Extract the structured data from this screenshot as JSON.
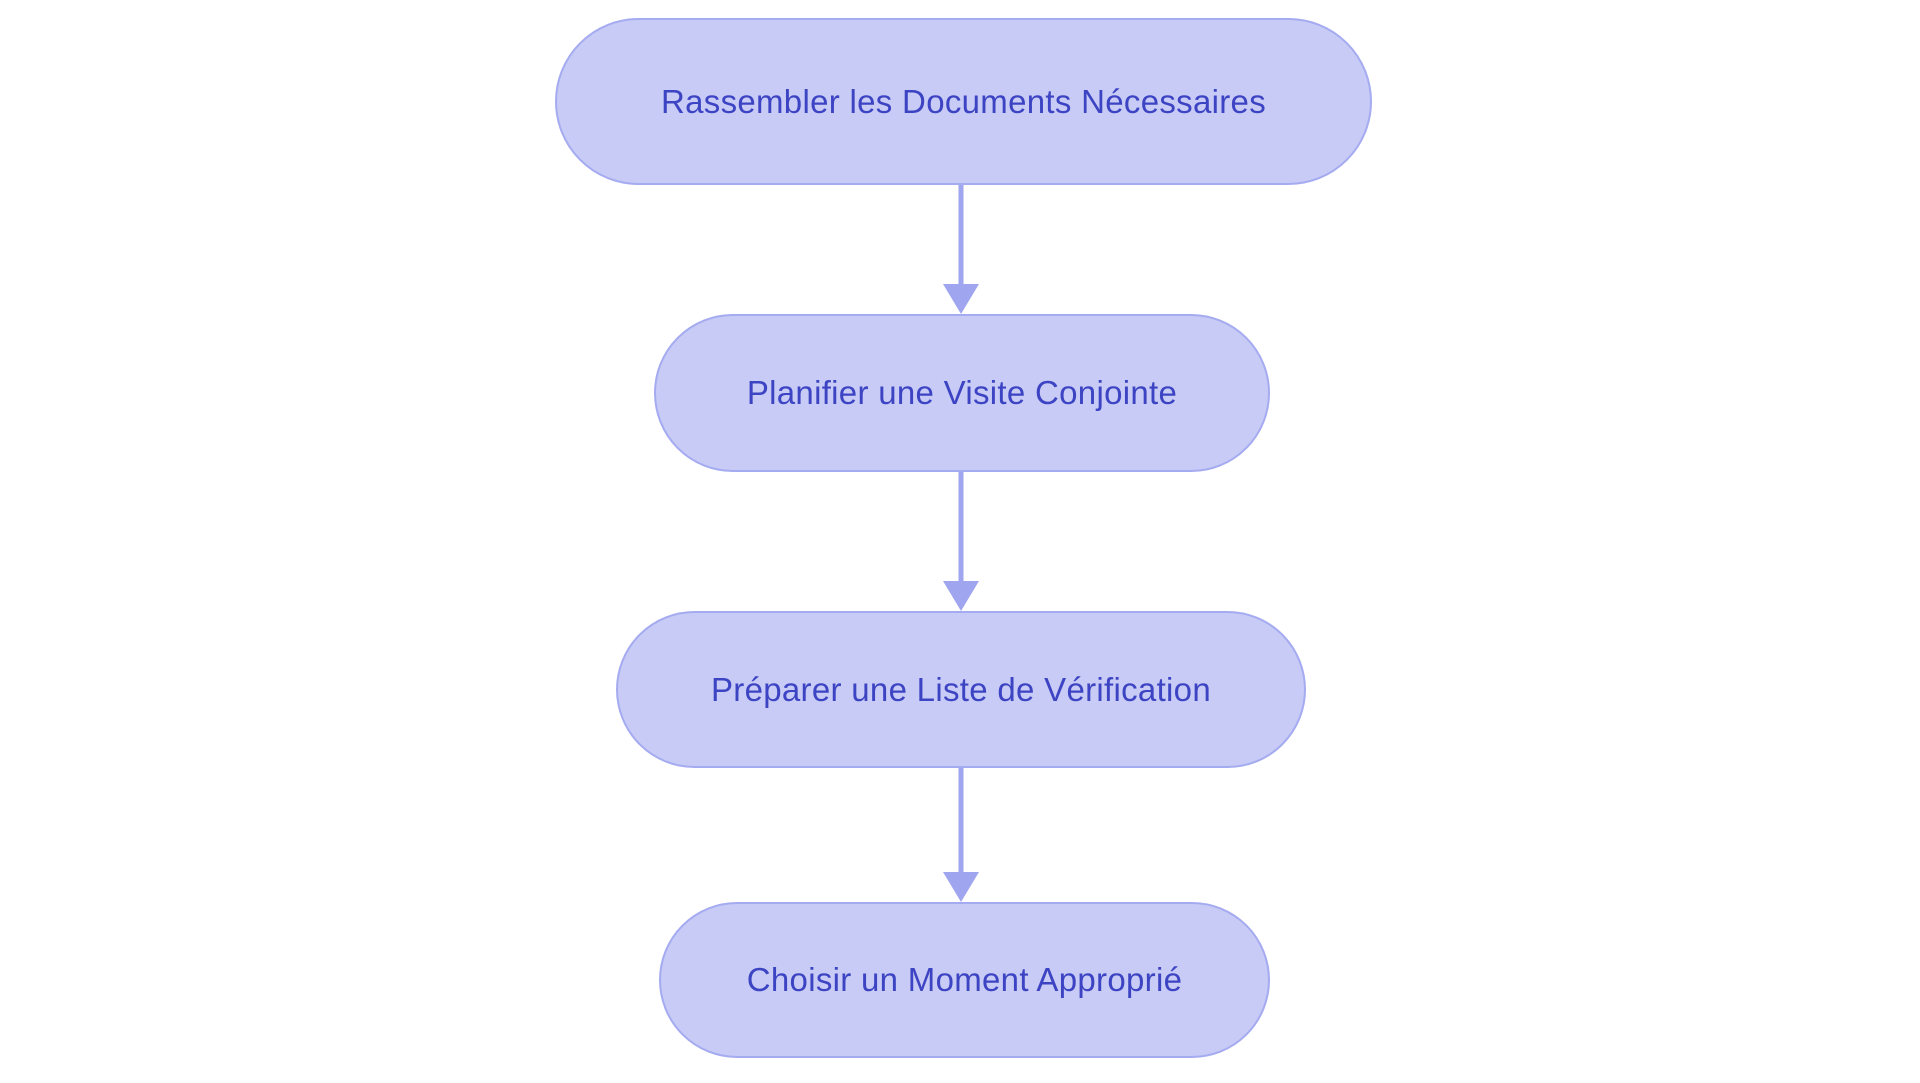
{
  "diagram": {
    "type": "flowchart",
    "direction": "top-to-bottom",
    "background_color": "#ffffff",
    "node_fill_color": "#c7cbf5",
    "node_border_color": "#a5abf0",
    "node_text_color": "#3d44c3",
    "arrow_color": "#9fa6ef",
    "nodes": [
      {
        "id": "step-1",
        "label": "Rassembler les Documents Nécessaires"
      },
      {
        "id": "step-2",
        "label": "Planifier une Visite Conjointe"
      },
      {
        "id": "step-3",
        "label": "Préparer une Liste de Vérification"
      },
      {
        "id": "step-4",
        "label": "Choisir un Moment Approprié"
      }
    ],
    "connections": [
      {
        "from": "step-1",
        "to": "step-2"
      },
      {
        "from": "step-2",
        "to": "step-3"
      },
      {
        "from": "step-3",
        "to": "step-4"
      }
    ]
  }
}
